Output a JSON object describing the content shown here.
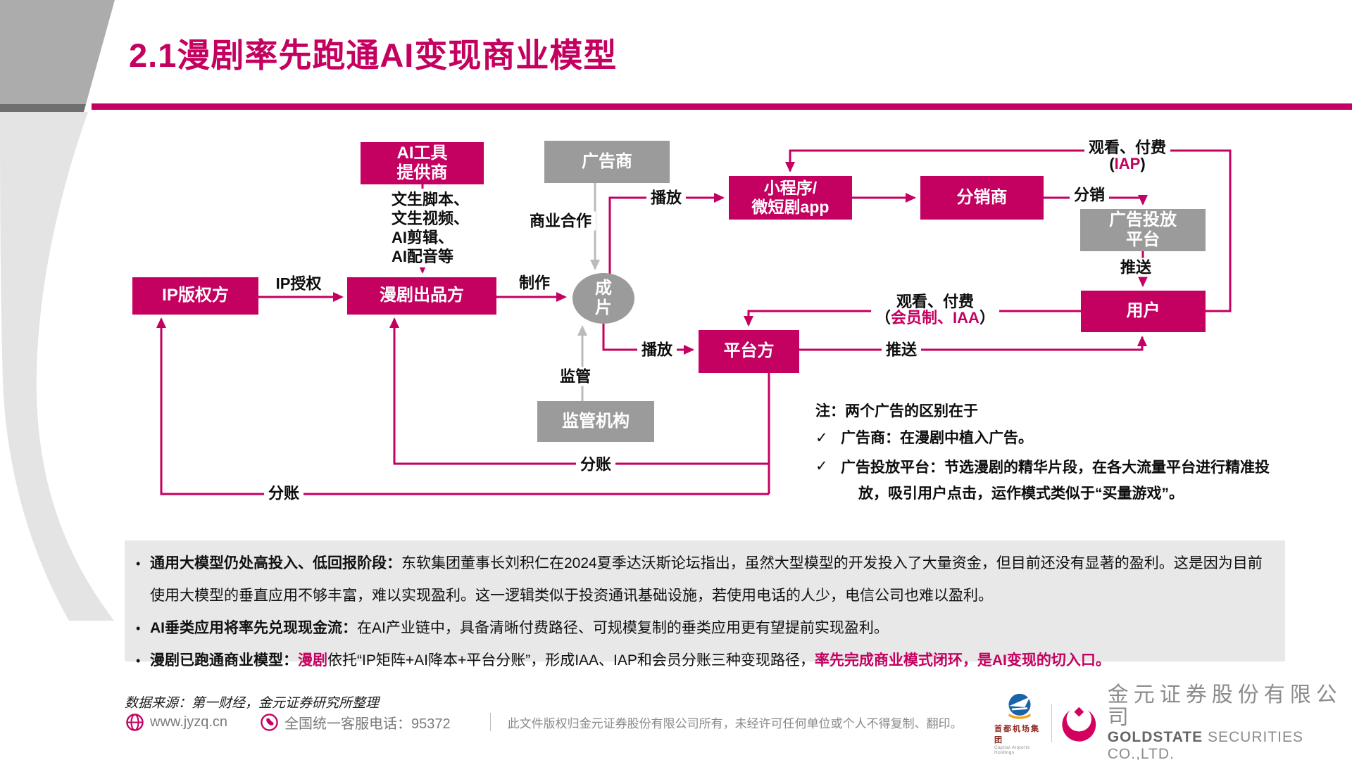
{
  "colors": {
    "accent": "#C40060",
    "gray_box": "#9B9B9B",
    "panel_bg": "#E8E8E8",
    "arrow_gray": "#BBBBBB"
  },
  "header": {
    "title": "2.1漫剧率先跑通AI变现商业模型"
  },
  "diagram": {
    "nodes": {
      "ai_tools": "AI工具\n提供商",
      "advertiser": "广告商",
      "ip_owner": "IP版权方",
      "producer": "漫剧出品方",
      "film": "成\n片",
      "miniprogram": "小程序/\n微短剧app",
      "distributor": "分销商",
      "ad_platform": "广告投放\n平台",
      "platform": "平台方",
      "user": "用户",
      "regulator": "监管机构"
    },
    "labels": {
      "ip_license": "IP授权",
      "ai_services": "文生脚本、\n文生视频、\nAI剪辑、\nAI配音等",
      "produce": "制作",
      "biz_coop": "商业合作",
      "play_top": "播放",
      "play_bottom": "播放",
      "supervise": "监管",
      "distribute": "分销",
      "push_top": "推送",
      "push_bottom": "推送",
      "share_1": "分账",
      "share_2": "分账",
      "watch_pay_iap": "观看、付费",
      "iap_open": "(",
      "iap": "IAP",
      "iap_close": ")",
      "watch_pay_iaa": "观看、付费",
      "iaa_open": "（",
      "iaa": "会员制、IAA",
      "iaa_close": "）"
    }
  },
  "note": {
    "title": "注：两个广告的区别在于",
    "check": "✓",
    "item1": "广告商：在漫剧中植入广告。",
    "item2_l1": "广告投放平台：节选漫剧的精华片段，在各大流量平台进行精准投",
    "item2_l2": "放，吸引用户点击，运作模式类似于“买量游戏”。"
  },
  "bullets": {
    "dot": "•",
    "b1_head": "通用大模型仍处高投入、低回报阶段：",
    "b1_body": "东软集团董事长刘积仁在2024夏季达沃斯论坛指出，虽然大型模型的开发投入了大量资金，但目前还没有显著的盈利。这是因为目前使用大模型的垂直应用不够丰富，难以实现盈利。这一逻辑类似于投资通讯基础设施，若使用电话的人少，电信公司也难以盈利。",
    "b2_head": "AI垂类应用将率先兑现现金流：",
    "b2_body": "在AI产业链中，具备清晰付费路径、可规模复制的垂类应用更有望提前实现盈利。",
    "b3_head": "漫剧已跑通商业模型：",
    "b3_accent1": "漫剧",
    "b3_body": "依托“IP矩阵+AI降本+平台分账”，形成IAA、IAP和会员分账三种变现路径，",
    "b3_accent2": "率先完成商业模式闭环，是AI变现的切入口。"
  },
  "footer": {
    "source": "数据来源：第一财经，金元证券研究所整理",
    "website": "www.jyzq.cn",
    "hotline": "全国统一客服电话：95372",
    "copyright": "此文件版权归金元证券股份有限公司所有，未经许可任何单位或个人不得复制、翻印。",
    "partner_cn": "首都机场集团",
    "partner_en": "Capital Airports Holdings",
    "brand_cn": "金元证券股份有限公司",
    "brand_en_bold": "GOLDSTATE",
    "brand_en_rest": " SECURITIES  CO.,LTD."
  }
}
